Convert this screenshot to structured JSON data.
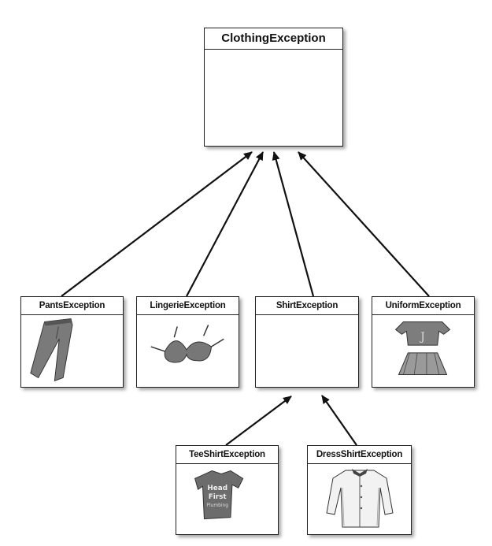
{
  "diagram": {
    "root": {
      "label": "ClothingException"
    },
    "level1": [
      {
        "label": "PantsException",
        "icon": "pants-icon"
      },
      {
        "label": "LingerieException",
        "icon": "bra-icon"
      },
      {
        "label": "ShirtException",
        "icon": ""
      },
      {
        "label": "UniformException",
        "icon": "uniform-icon"
      }
    ],
    "level2": [
      {
        "label": "TeeShirtException",
        "icon": "tshirt-icon",
        "shirt_text": [
          "Head",
          "First",
          "Plumbing"
        ]
      },
      {
        "label": "DressShirtException",
        "icon": "dress-shirt-icon"
      }
    ],
    "edge_style": {
      "arrowhead": "filled",
      "color": "#111111"
    },
    "colors": {
      "border": "#222222",
      "background": "#ffffff",
      "illustration": "#6f6f6f"
    }
  }
}
